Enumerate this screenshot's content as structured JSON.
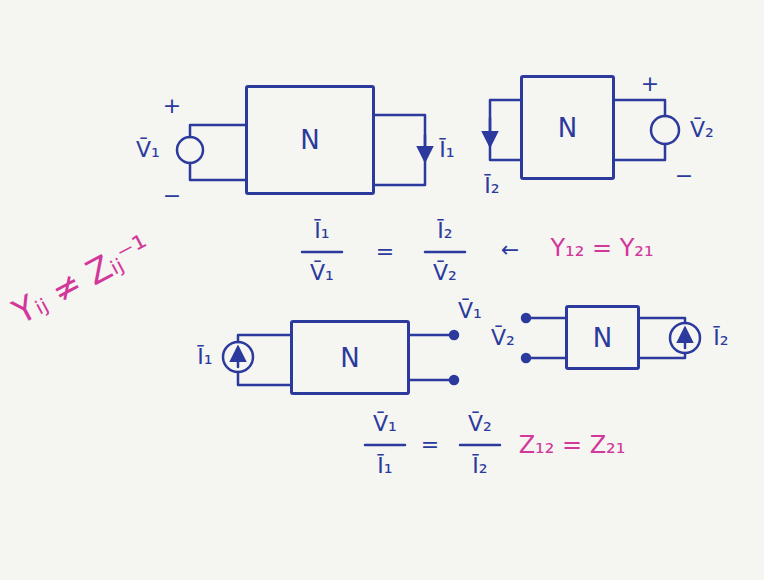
{
  "diagram": {
    "nodes": [
      {
        "text": [
          "N"
        ]
      },
      {
        "text": [
          "N"
        ]
      },
      {
        "text": [
          "N"
        ]
      },
      {
        "text": [
          "N"
        ]
      }
    ],
    "labels": [
      "+",
      "V̄₁",
      "−",
      "Ī₁",
      "Ī₂",
      "+",
      "V̄₂",
      "−",
      "Ī₁",
      "V̄₁",
      "=",
      "Ī₂",
      "V̄₂",
      "←",
      "Y₁₂ = Y₂₁",
      "Yᵢⱼ ≠ Zᵢⱼ⁻¹",
      "Ī₁",
      "V̄₁",
      "V̄₂",
      "Ī₂",
      "V̄₁",
      "Ī₁",
      "=",
      "V̄₂",
      "Ī₂",
      "Z₁₂ = Z₂₁"
    ]
  }
}
